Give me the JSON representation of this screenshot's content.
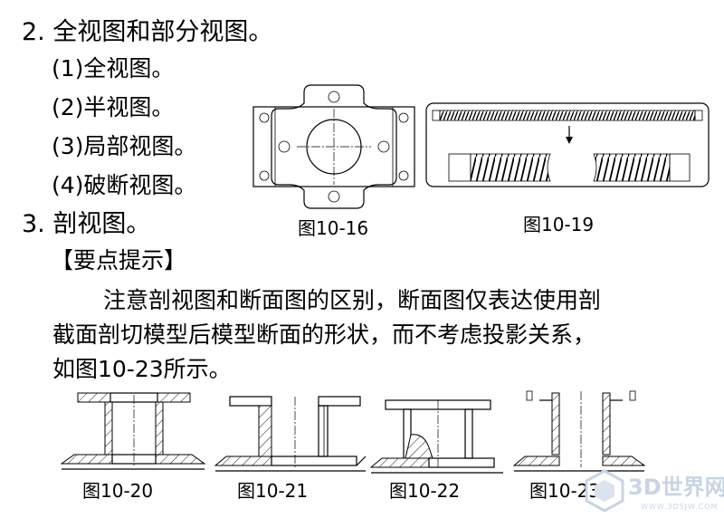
{
  "sections": {
    "s2": {
      "heading": "2.  全视图和部分视图。",
      "items": [
        "(1)全视图。",
        "(2)半视图。",
        "(3)局部视图。",
        "(4)破断视图。"
      ]
    },
    "s3": {
      "heading": "3.  剖视图。"
    }
  },
  "tip": {
    "title": "【要点提示】",
    "lines": [
      "注意剖视图和断面图的区别，断面图仅表达使用剖",
      "截面剖切模型后模型断面的形状，而不考虑投影关系，",
      "如图10-23所示。"
    ]
  },
  "figures": {
    "f16": "图10-16",
    "f19": "图10-19",
    "f20": "图10-20",
    "f21": "图10-21",
    "f22": "图10-22",
    "f23": "图10-23"
  },
  "watermark": {
    "brand": "3D世界网",
    "url": "WWW.3DSJW.COM"
  },
  "colors": {
    "watermark": "#c8d4e4"
  }
}
